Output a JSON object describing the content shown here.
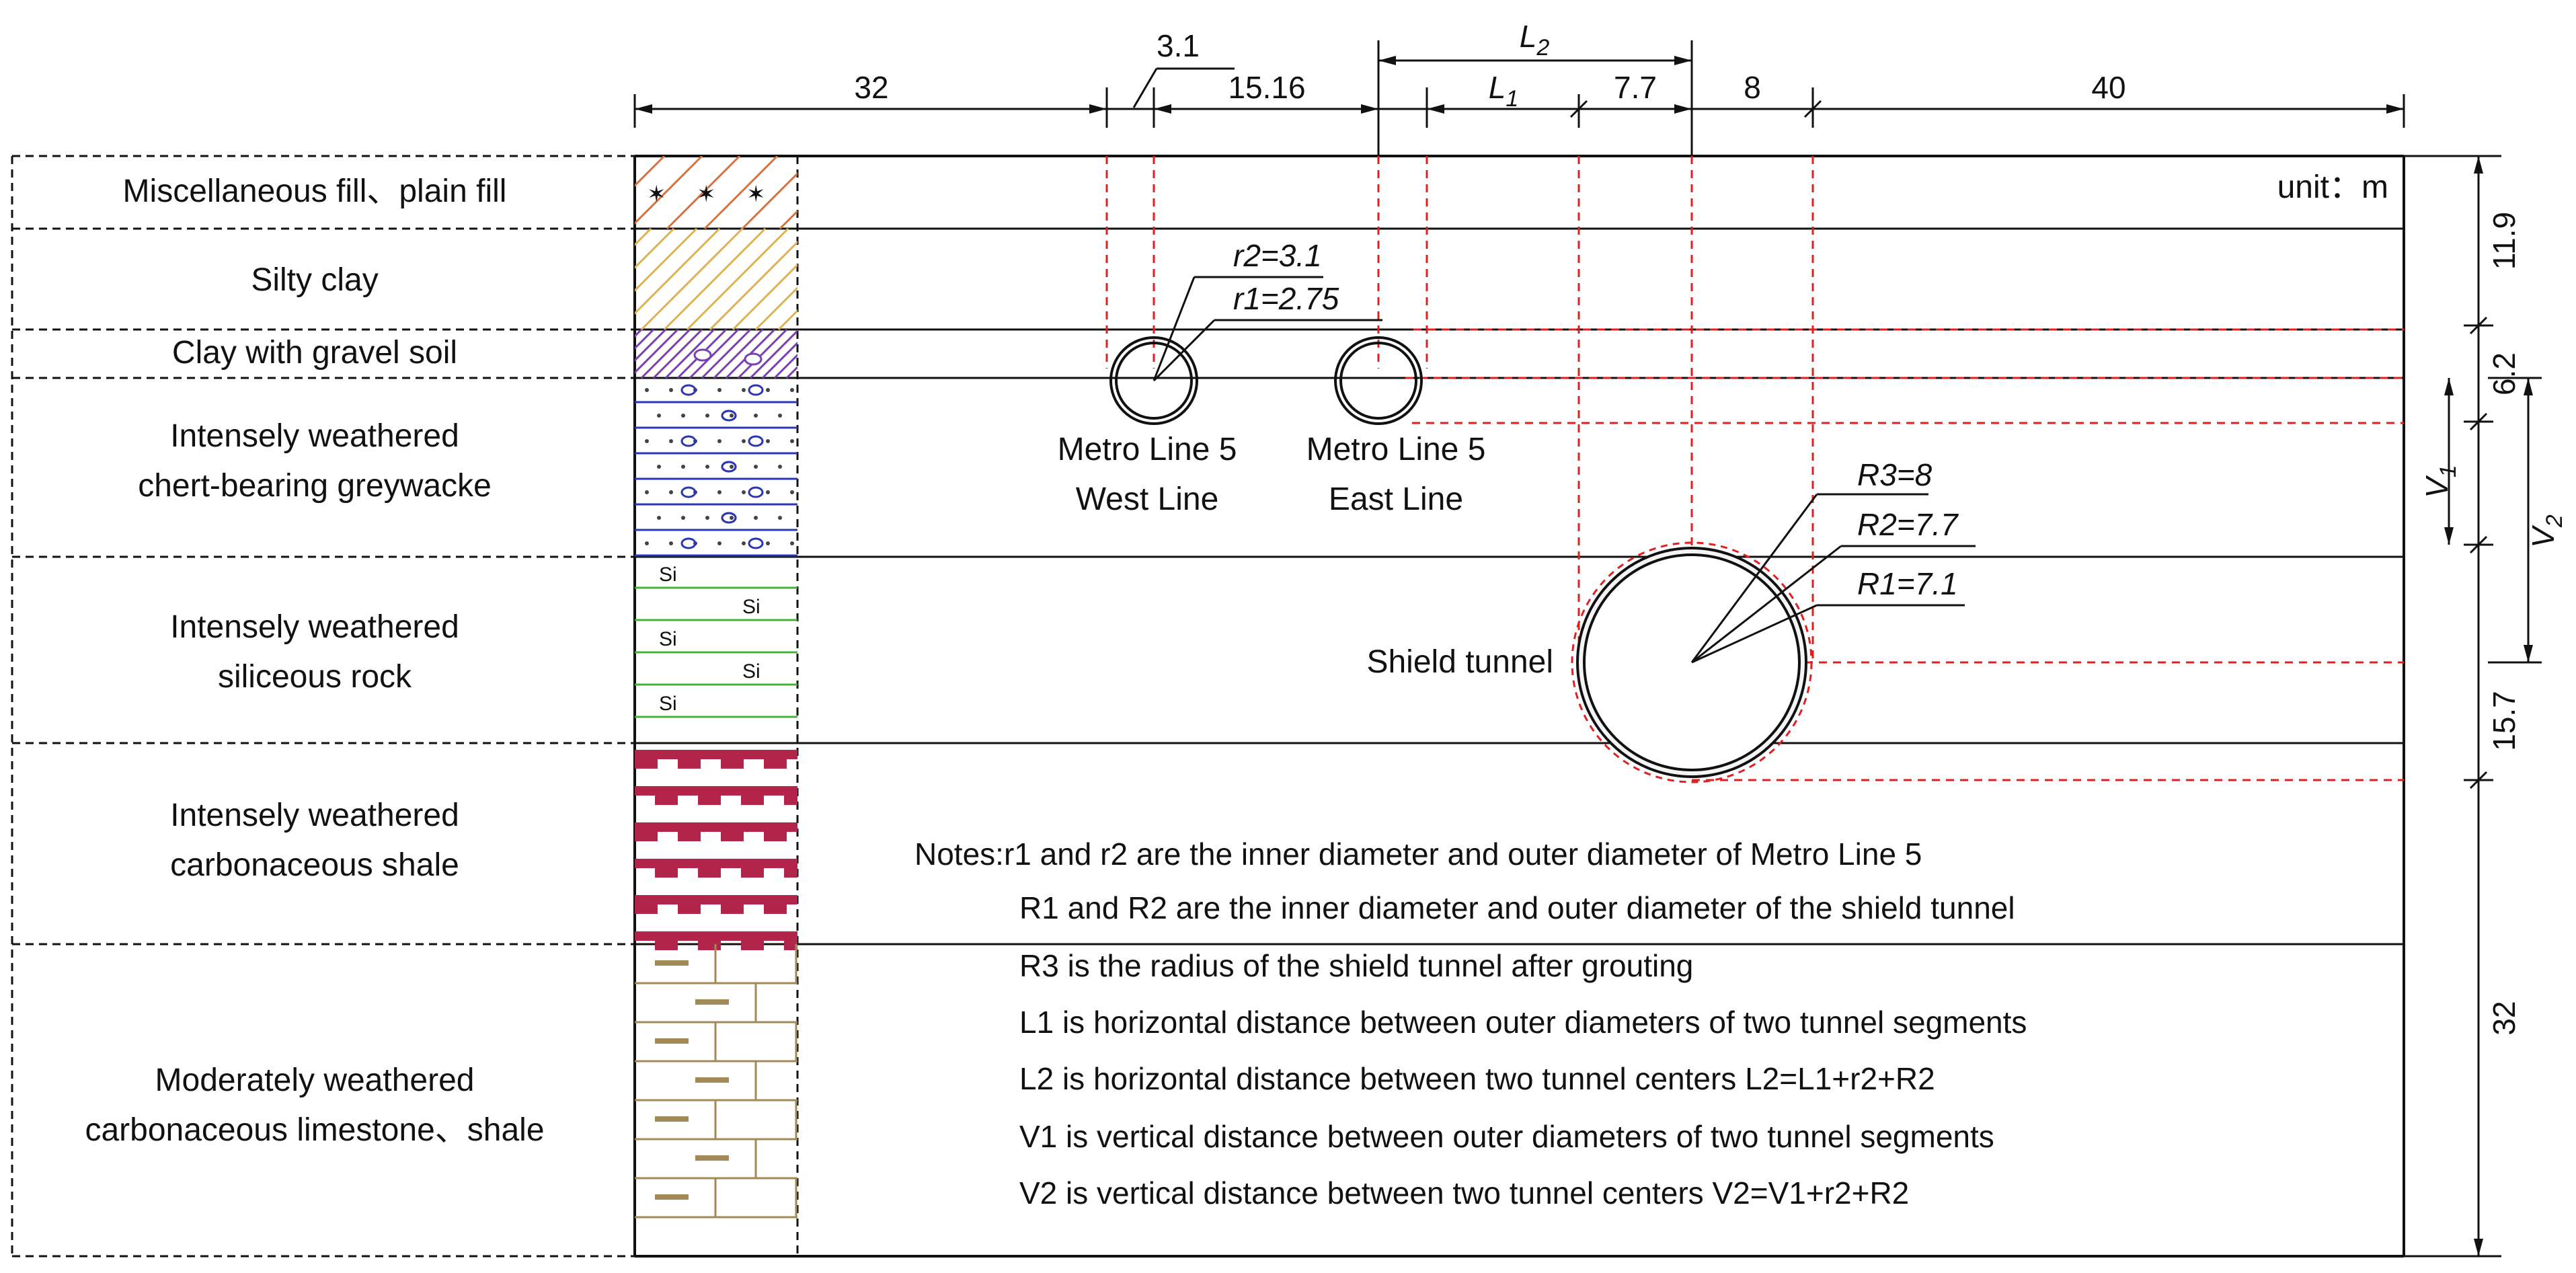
{
  "strata": [
    {
      "lines": [
        "Miscellaneous fill、plain fill"
      ],
      "pattern": "fill",
      "color": "#d8733f"
    },
    {
      "lines": [
        "Silty clay"
      ],
      "pattern": "silty",
      "color": "#e0b24f"
    },
    {
      "lines": [
        "Clay with gravel soil"
      ],
      "pattern": "gravel",
      "color": "#7a3fb0"
    },
    {
      "lines": [
        "Intensely weathered",
        "chert-bearing greywacke"
      ],
      "pattern": "greywacke",
      "color": "#2b35b5"
    },
    {
      "lines": [
        "Intensely weathered",
        "siliceous rock"
      ],
      "pattern": "siliceous",
      "color": "#47b03b"
    },
    {
      "lines": [
        "Intensely weathered",
        "carbonaceous shale"
      ],
      "pattern": "shale",
      "color": "#b3244a"
    },
    {
      "lines": [
        "Moderately weathered",
        "carbonaceous limestone、shale"
      ],
      "pattern": "limestone",
      "color": "#a08a55"
    }
  ],
  "pattern_labels": {
    "si": "Si"
  },
  "dims_top": {
    "left": "32",
    "small": "3.1",
    "mid": "15.16",
    "l2": "L",
    "l2_sub": "2",
    "l1": "L",
    "l1_sub": "1",
    "gap": "7.7",
    "r3": "8",
    "right": "40"
  },
  "dims_right": {
    "a": "11.9",
    "b": "6.2",
    "c": "15.7",
    "d": "32",
    "v1": "V",
    "v1_sub": "1",
    "v2": "V",
    "v2_sub": "2"
  },
  "unit": "unit：m",
  "metro": {
    "r2": "r2=3.1",
    "r1": "r1=2.75",
    "west": [
      "Metro Line 5",
      "West Line"
    ],
    "east": [
      "Metro Line 5",
      "East Line"
    ]
  },
  "shield": {
    "label": "Shield tunnel",
    "R3": "R3=8",
    "R2": "R2=7.7",
    "R1": "R1=7.1"
  },
  "notes": [
    "Notes:r1 and r2 are the inner diameter and outer diameter of Metro Line 5",
    "R1 and R2 are the inner diameter and outer diameter of the shield tunnel",
    "R3 is the radius of the shield tunnel after grouting",
    "L1 is horizontal distance between outer diameters of two tunnel segments",
    "L2 is horizontal distance between two tunnel centers  L2=L1+r2+R2",
    "V1 is vertical distance between outer diameters of two tunnel segments",
    "V2 is vertical distance between two tunnel centers  V2=V1+r2+R2"
  ],
  "colors": {
    "line": "#111111",
    "dashed_red": "#e02020",
    "tunnel": "#555555"
  }
}
